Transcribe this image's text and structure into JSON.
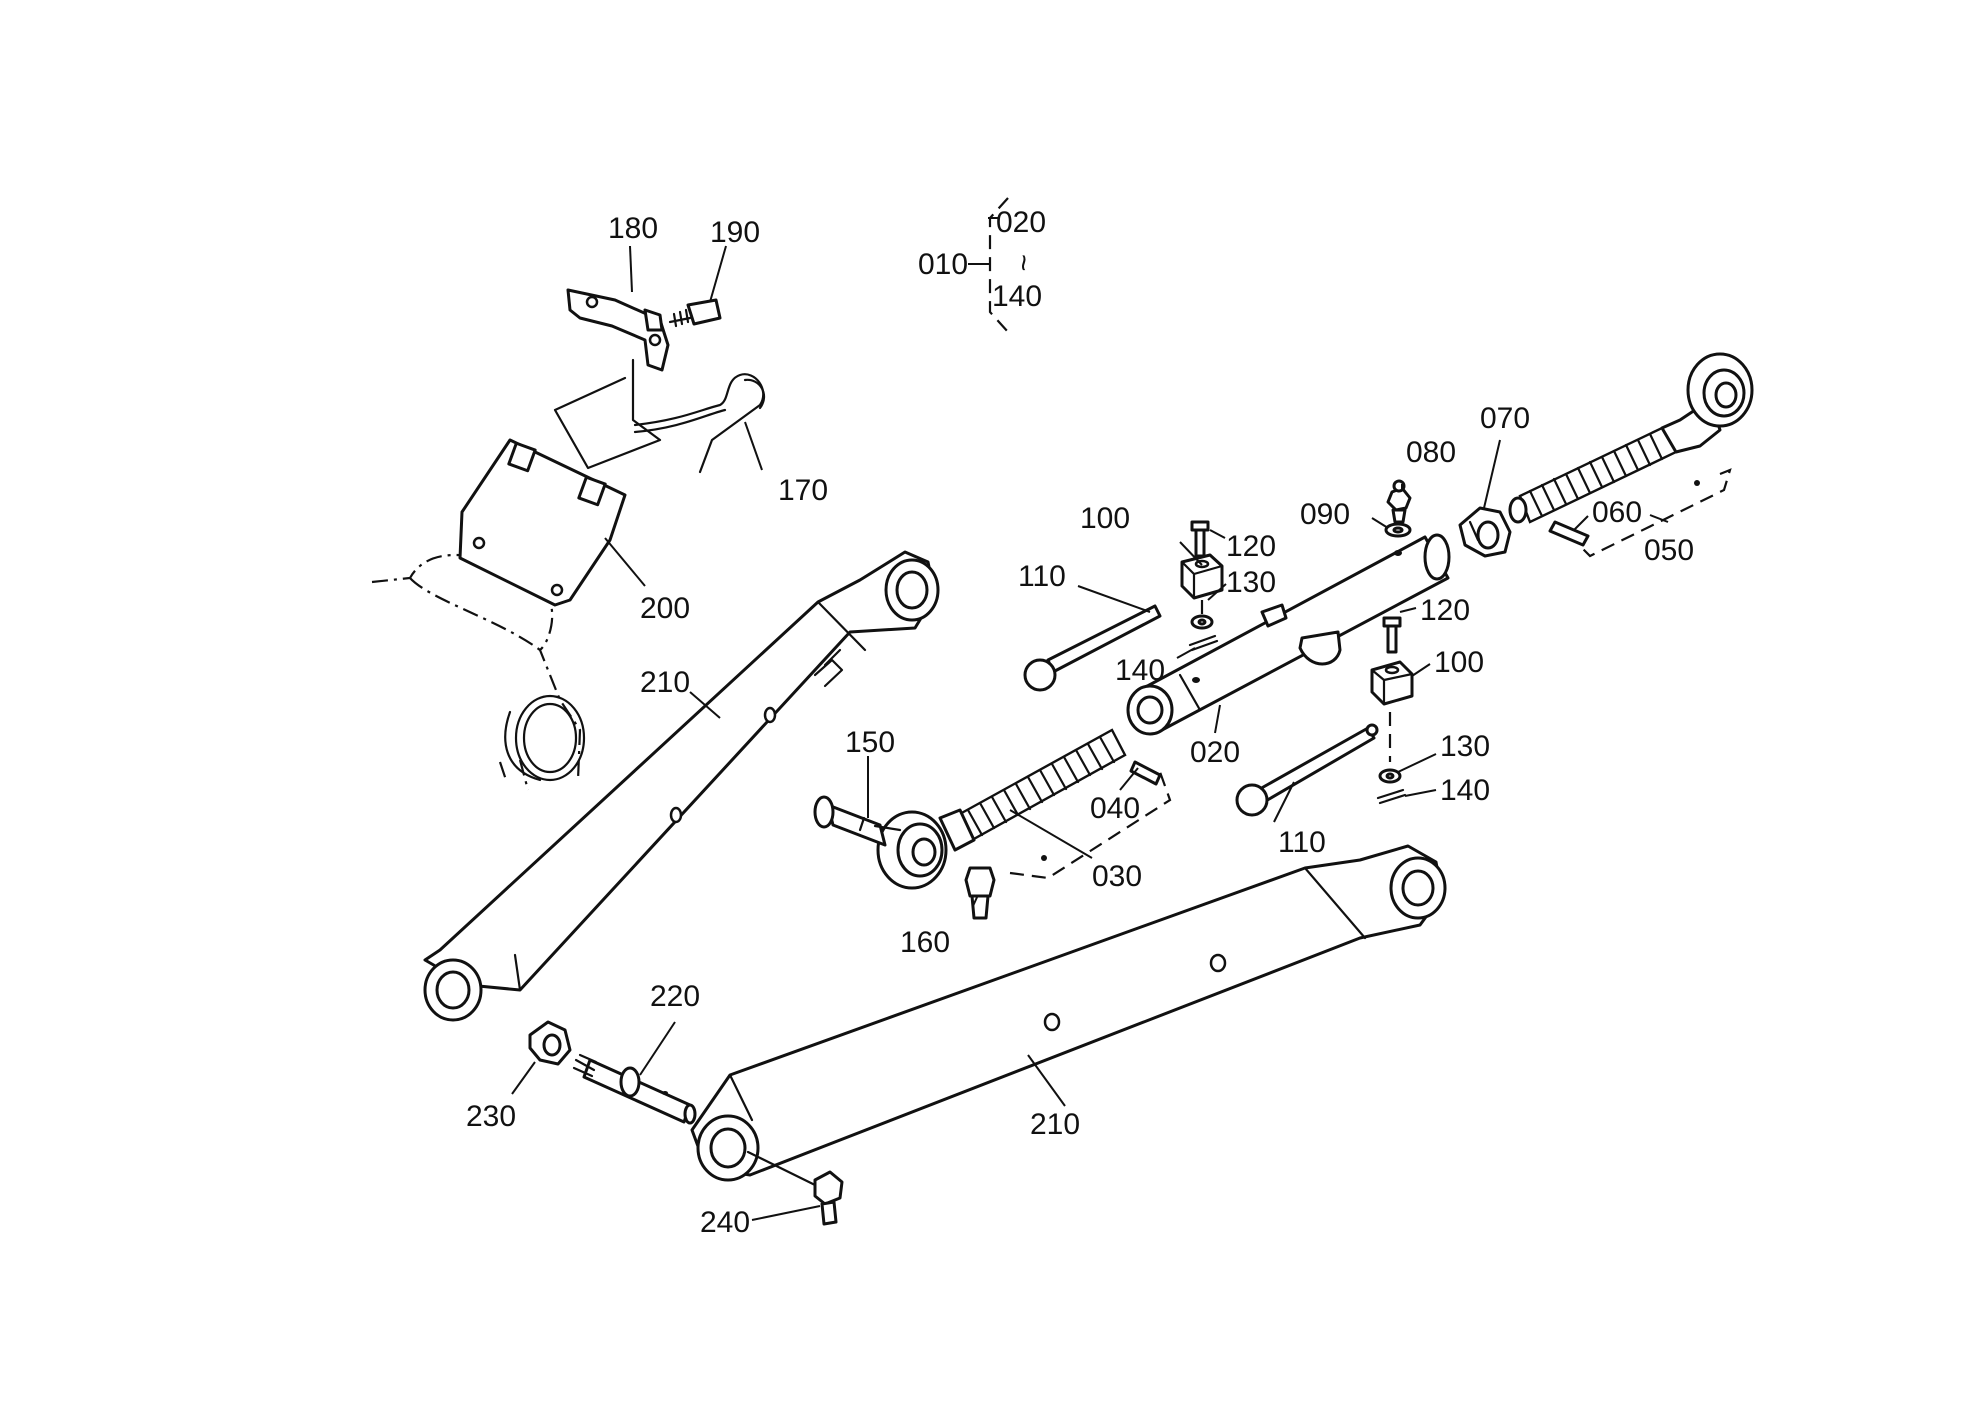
{
  "diagram": {
    "assembly_callout": {
      "main": "010",
      "range_start": "020",
      "range_tilde": "~",
      "range_end": "140"
    },
    "part_labels": {
      "p020": "020",
      "p030": "030",
      "p040": "040",
      "p050": "050",
      "p060": "060",
      "p070": "070",
      "p080": "080",
      "p090": "090",
      "p100a": "100",
      "p100b": "100",
      "p110a": "110",
      "p110b": "110",
      "p120a": "120",
      "p120b": "120",
      "p130a": "130",
      "p130b": "130",
      "p140a": "140",
      "p140b": "140",
      "p150": "150",
      "p160": "160",
      "p170": "170",
      "p180": "180",
      "p190": "190",
      "p200": "200",
      "p210a": "210",
      "p210b": "210",
      "p220": "220",
      "p230": "230",
      "p240": "240"
    }
  }
}
